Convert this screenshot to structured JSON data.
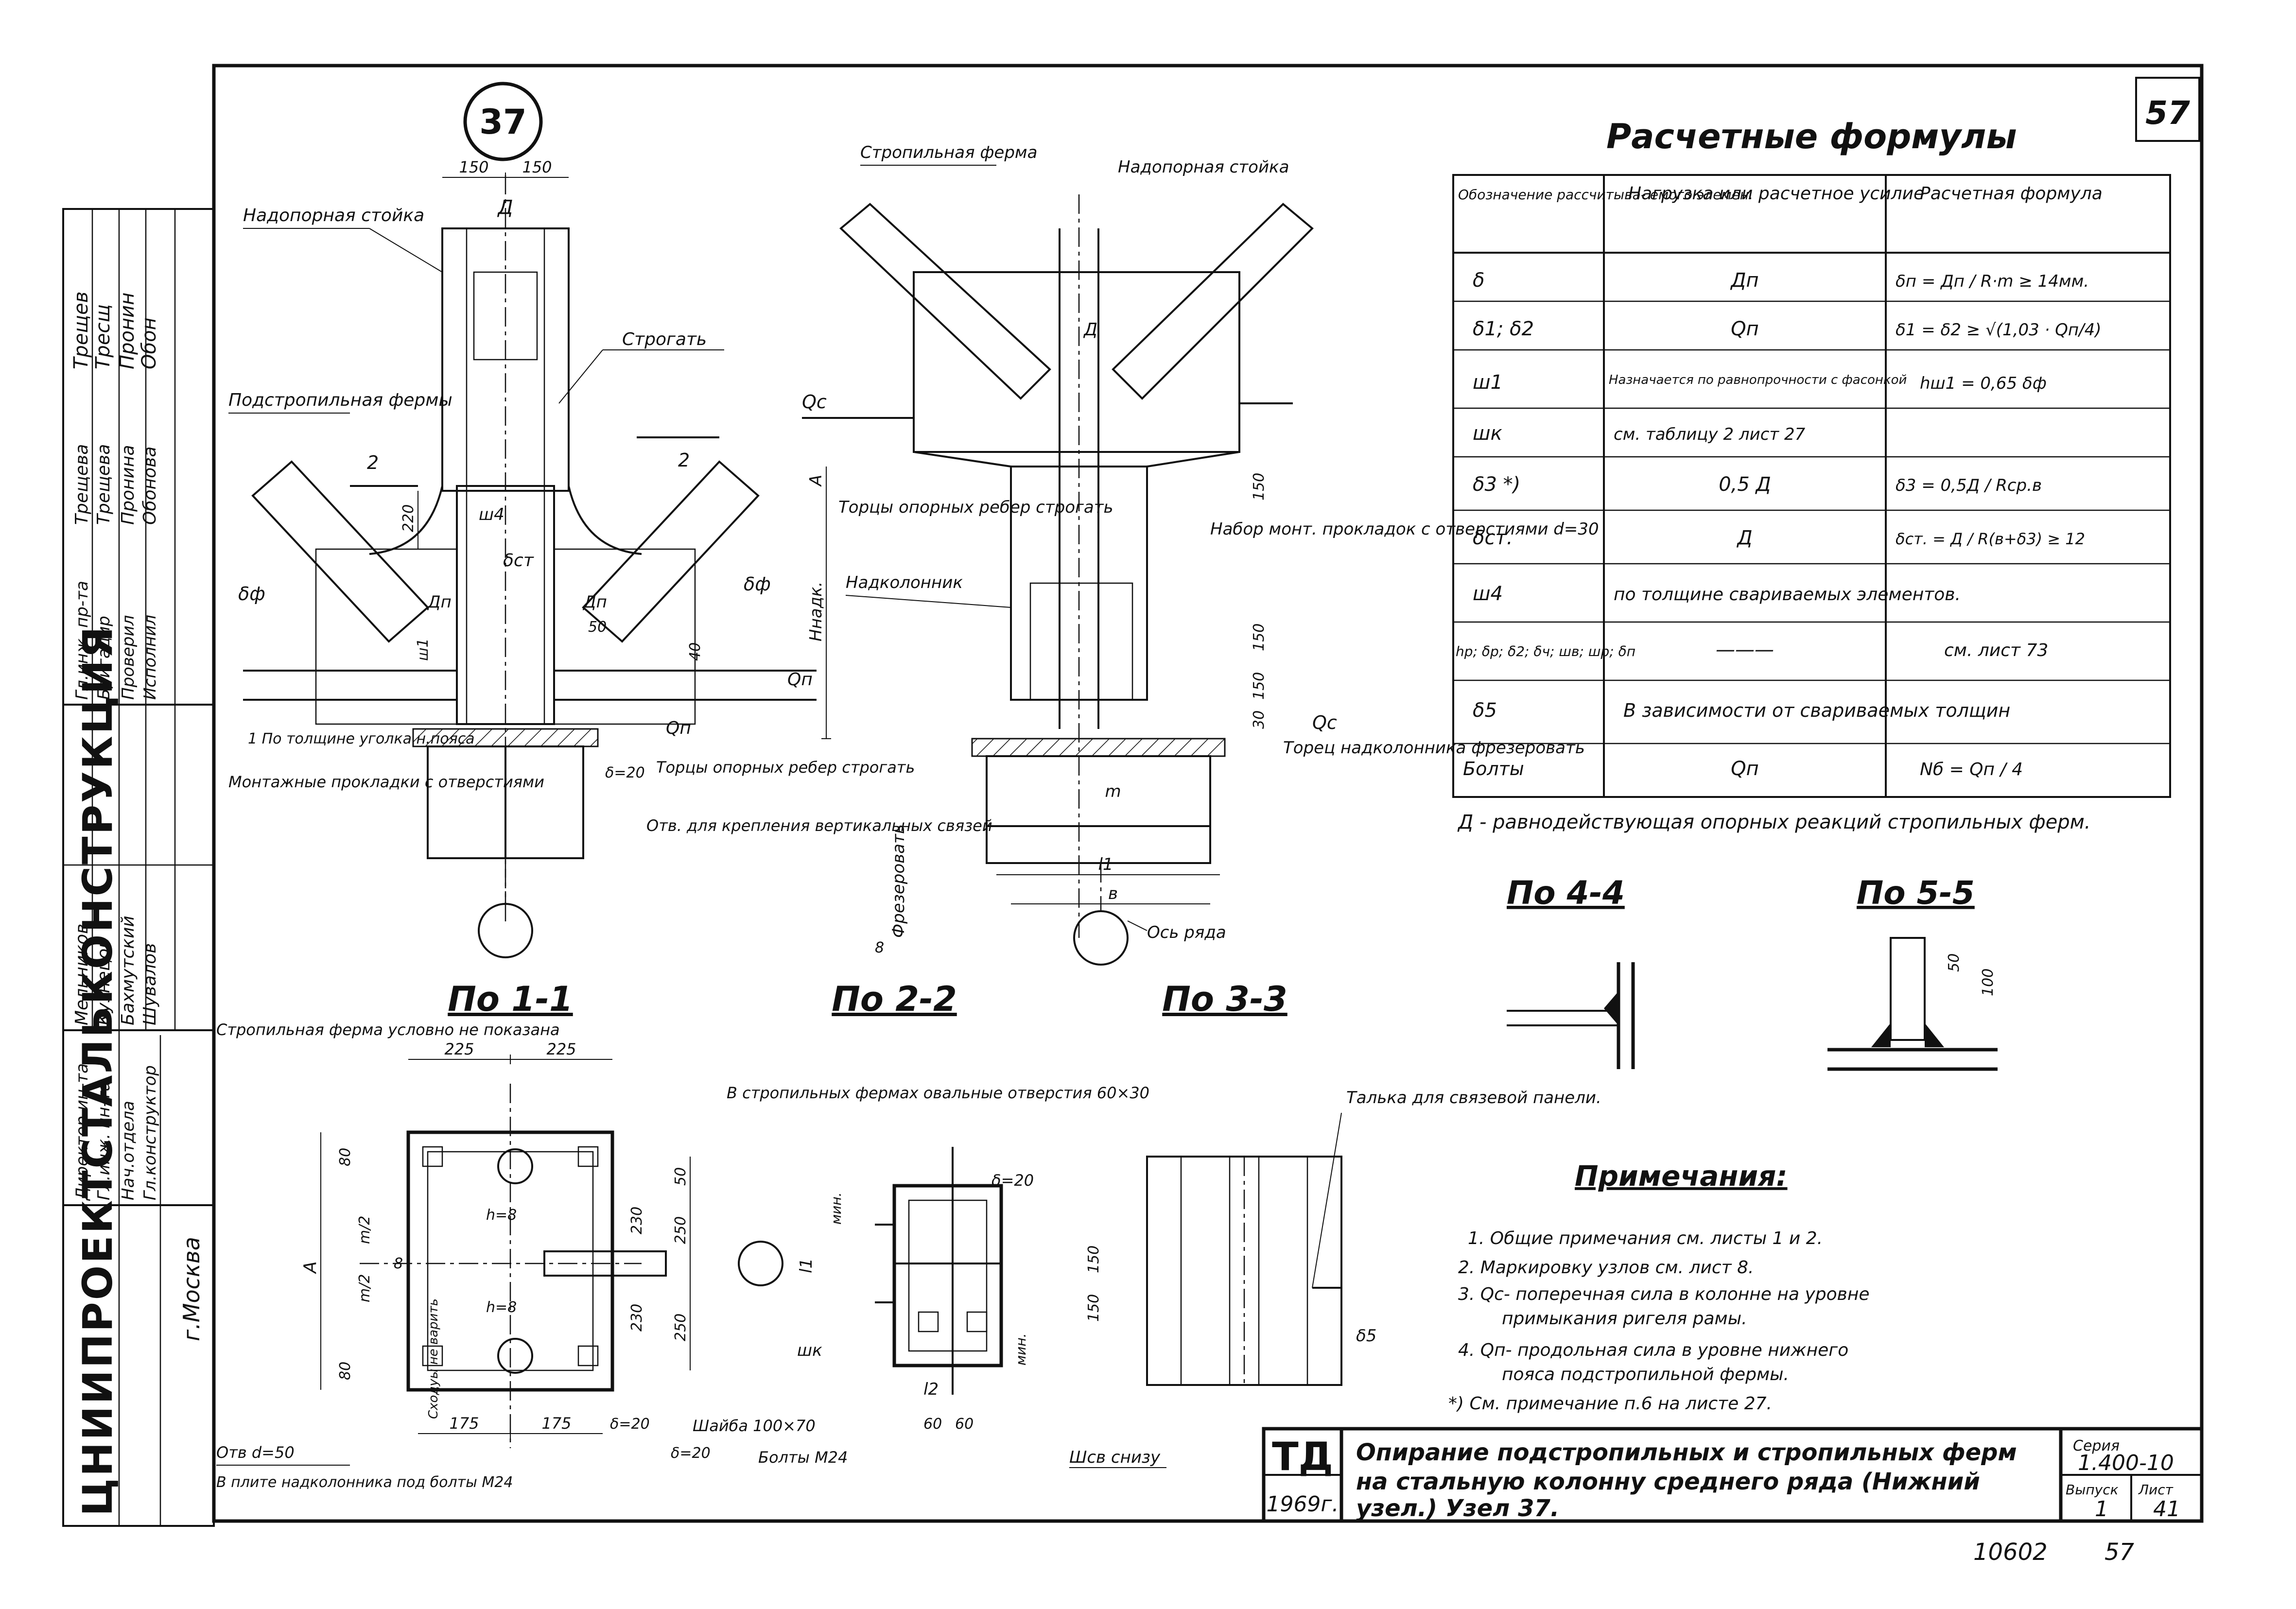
{
  "sheet": {
    "corner_number": "57",
    "node_number": "37",
    "bottom_left_number": "10602",
    "bottom_right_number": "57"
  },
  "side_block": {
    "org": "ЦНИИПРОЕКТСТАЛЬКОНСТРУКЦИЯ",
    "city": "г.Москва",
    "positions": [
      "Директор ин-та",
      "Гл.инж. ин-та",
      "Нач.отдела",
      "Гл.конструктор"
    ],
    "names": [
      "Мельников",
      "Кузнецов",
      "Бахмутский",
      "Шувалов"
    ],
    "positions2": [
      "Гл.инж. пр-та",
      "Бригадир",
      "Проверил",
      "Исполнил"
    ],
    "names2": [
      "Трещева",
      "Трещева",
      "Пронина",
      "Обонова"
    ],
    "signatures": [
      "Трещев",
      "Тресщ",
      "Пронин",
      "Обон"
    ]
  },
  "formulas": {
    "title": "Расчетные формулы",
    "headers": [
      "Обозначение рассчитыва- емого элемен.",
      "Нагрузка или расчетное усилие",
      "Расчетная формула"
    ],
    "rows": [
      {
        "name": "δ",
        "load": "Дп",
        "formula": "δп = Дп / R·m ≥ 14мм."
      },
      {
        "name": "δ1; δ2",
        "load": "Qп",
        "formula": "δ1 = δ2 ≥ √(1,03 · Qп/4)"
      },
      {
        "name": "ш1",
        "load": "Назначается по равнопрочности с фасонкой",
        "formula": "hш1 = 0,65 δф"
      },
      {
        "name": "шк",
        "load": "см. таблицу 2 лист 27",
        "formula": ""
      },
      {
        "name": "δ3 *)",
        "load": "0,5 Д",
        "formula": "δ3 = 0,5Д / Rср.в"
      },
      {
        "name": "δст.",
        "load": "Д",
        "formula": "δст. = Д / R(в+δ3) ≥ 12"
      },
      {
        "name": "ш4",
        "load": "по толщине свариваемых элементов.",
        "formula": ""
      },
      {
        "name": "hр; δр; δ2; δч; шв; шр; δп",
        "load": "———",
        "formula": "см. лист 73"
      },
      {
        "name": "δ5",
        "load": "В зависимости от свариваемых толщин",
        "formula": ""
      },
      {
        "name": "Болты",
        "load": "Qп",
        "formula": "Nб = Qп / 4"
      }
    ],
    "footnote": "Д - равнодействующая опорных реакций стропильных ферм."
  },
  "views": {
    "v11": "По 1-1",
    "v22": "По 2-2",
    "v33": "По 3-3",
    "v44": "По 4-4",
    "v55": "По 5-5"
  },
  "labels": {
    "nadopornaya_stoika": "Надопорная стойка",
    "podstropilnaya_fermy": "Подстропильная фермы",
    "strogat": "Строгать",
    "d": "Д",
    "dp": "Дп",
    "qp": "Qп",
    "qc": "Qс",
    "delta_f": "δф",
    "delta_st": "δст",
    "w4": "ш4",
    "w1": "ш1",
    "thickness_note": "1 По толщине уголка н.пояса",
    "montazhnye": "Монтажные прокладки с отверстиями",
    "tortsy": "Торцы опорных ребер строгать",
    "otv_krepl": "Отв. для крепления вертикальных связей",
    "stropilnaya_ferma": "Стропильная ферма",
    "nadopornaya_stoika2": "Надопорная стойка",
    "tortsy_opornykh": "Торцы опорных ребер строгать",
    "nadkolonnik": "Надколонник",
    "nabor": "Набор монт. прокладок с отверстиями d=30",
    "torets": "Торец надколонника фрезеровать",
    "frezerovat": "Фрезеровать",
    "os_ryada": "Ось ряда",
    "h_nadk": "Hнадк.",
    "stropilnaya_uslovno": "Стропильная ферма условно не показана",
    "otv_d50": "Отв d=50",
    "v_plite": "В плите надколонника под болты М24",
    "skhoduy": "Сходуы не варить",
    "oval": "В стропильных фермах овальные отверстия 60×30",
    "shayba": "Шайба 100×70",
    "delta20": "δ=20",
    "bolty": "Болты М24",
    "shk": "шк",
    "min": "мин.",
    "shv_snizu": "Шсв снизу",
    "talka": "Талька для связевой панели.",
    "delta5": "δ5",
    "delta20b": "δ=20"
  },
  "dims": {
    "d150a": "150",
    "d150b": "150",
    "d220": "220",
    "d50": "50",
    "d40": "40",
    "d225a": "225",
    "d225b": "225",
    "d175a": "175",
    "d175b": "175",
    "d80a": "80",
    "d80b": "80",
    "d230a": "230",
    "d230b": "230",
    "d250a": "250",
    "d250b": "250",
    "d50c": "50",
    "d50d": "50",
    "d60a": "60",
    "d60b": "60",
    "d150c": "150",
    "d150d": "150",
    "d100": "100",
    "d8": "8",
    "mn": "m/2",
    "h8": "h=8",
    "d150e": "150",
    "d150f": "150",
    "d30": "30",
    "d150g": "150",
    "l1": "l1",
    "l2": "l2",
    "b": "в",
    "m": "m",
    "a": "А"
  },
  "notes": {
    "title": "Примечания:",
    "items": [
      "1. Общие примечания см. листы 1 и 2.",
      "2. Маркировку узлов см. лист 8.",
      "3. Qс- поперечная сила в колонне на уровне",
      "примыкания ригеля рамы.",
      "4. Qп- продольная сила в уровне нижнего",
      "пояса подстропильной фермы.",
      "*) См. примечание п.6 на листе 27."
    ]
  },
  "title_block": {
    "td": "ТД",
    "year": "1969г.",
    "text1": "Опирание подстропильных и стропильных ферм",
    "text2": "на стальную колонну среднего ряда (Нижний",
    "text3": "узел.) Узел 37.",
    "seria_label": "Серия",
    "seria": "1.400-10",
    "vypusk_label": "Выпуск",
    "vypusk": "1",
    "list_label": "Лист",
    "list": "41"
  }
}
